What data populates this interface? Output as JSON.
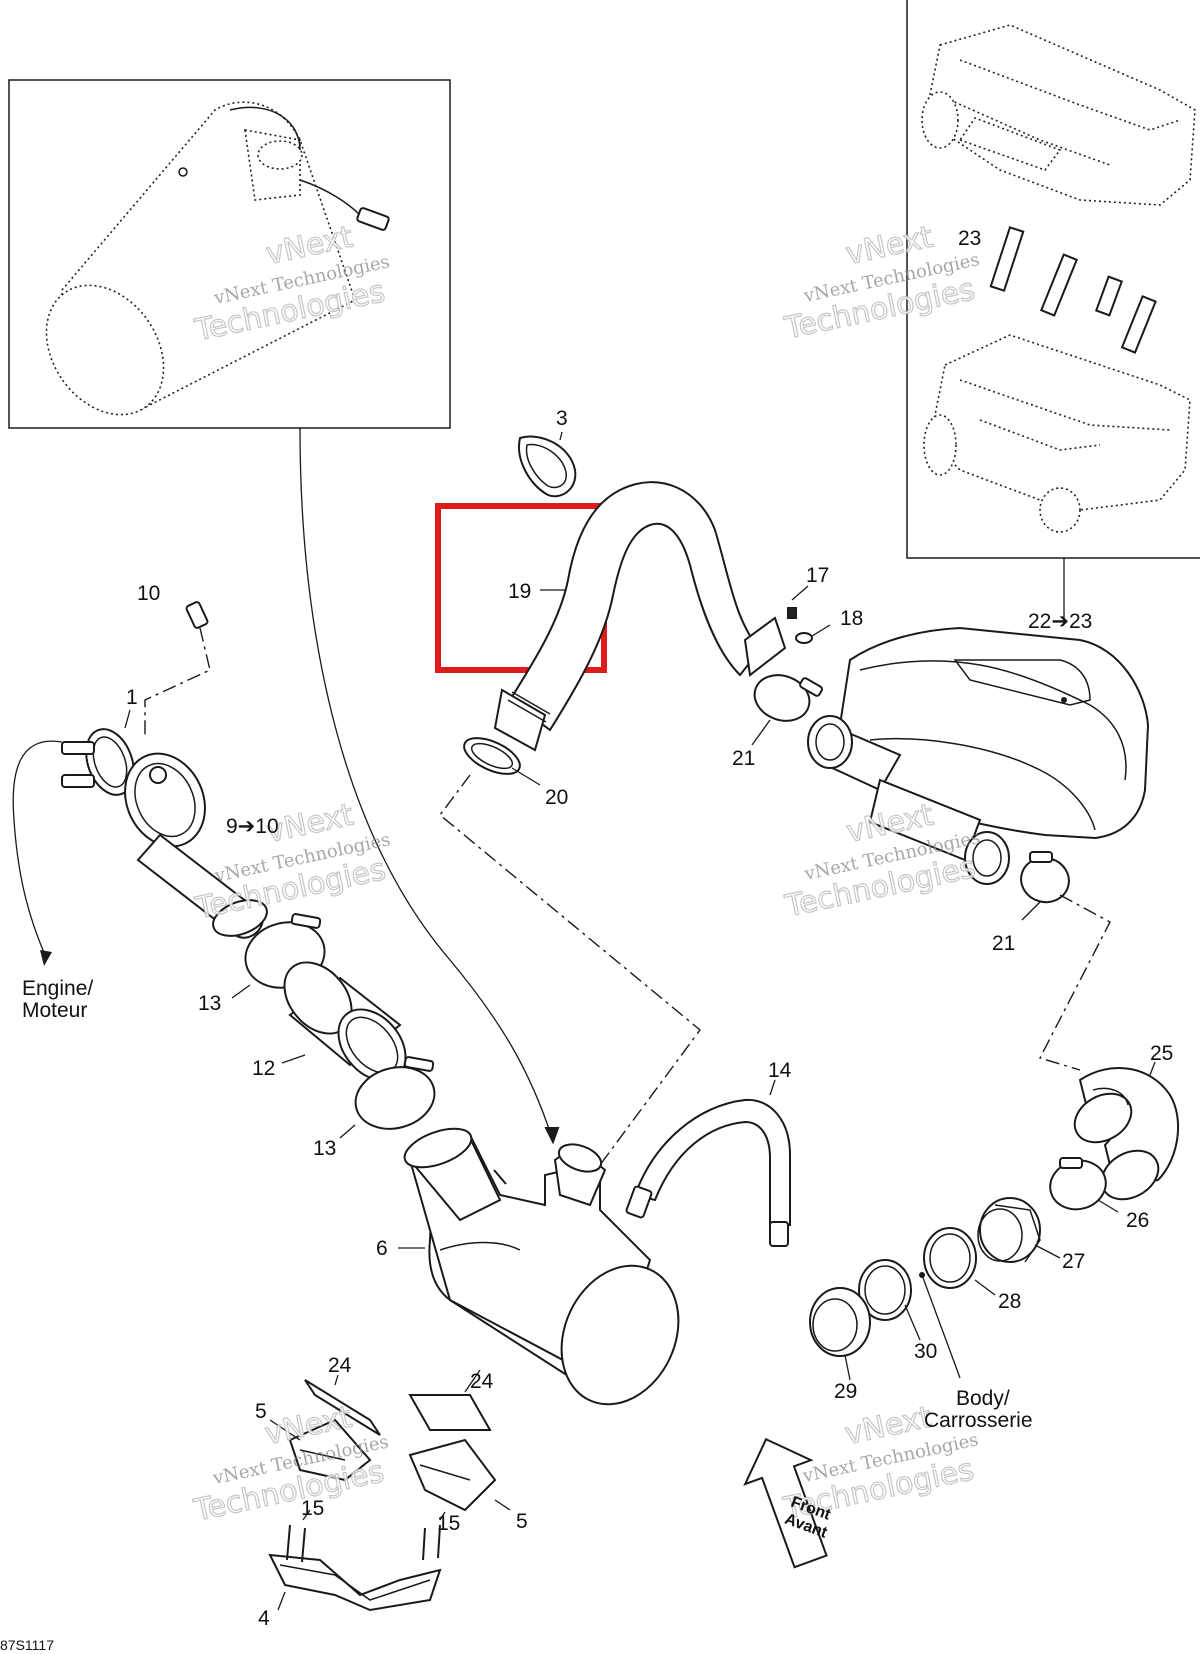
{
  "highlight_color": "#e01b1b",
  "watermark": {
    "line1": "vNext",
    "line2": "vNext Technologies",
    "line3": "Technologies"
  },
  "labels": {
    "engine": [
      "Engine/",
      "Moteur"
    ],
    "body": [
      "Body/",
      "Carrosserie"
    ],
    "front": [
      "Front",
      "Avant"
    ],
    "reference": "87S1117"
  },
  "callouts": {
    "c1": "1",
    "c3": "3",
    "c4": "4",
    "c5a": "5",
    "c5b": "5",
    "c6": "6",
    "c9": "9➔10",
    "c10": "10",
    "c12": "12",
    "c13a": "13",
    "c13b": "13",
    "c14": "14",
    "c15a": "15",
    "c15b": "15",
    "c17": "17",
    "c18": "18",
    "c19": "19",
    "c20": "20",
    "c21a": "21",
    "c21b": "21",
    "c22": "22➔23",
    "c23": "23",
    "c24a": "24",
    "c24b": "24",
    "c25": "25",
    "c26": "26",
    "c27": "27",
    "c28": "28",
    "c29": "29",
    "c30": "30"
  },
  "icons": [
    "front-arrow-icon"
  ]
}
